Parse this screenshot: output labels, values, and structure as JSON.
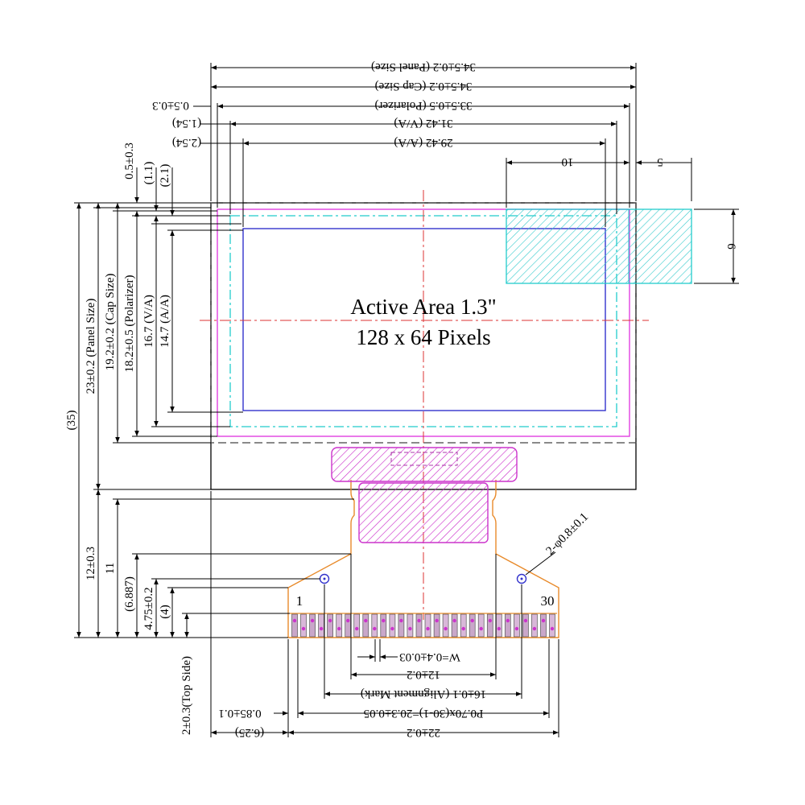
{
  "labels": {
    "active_area": "Active Area 1.3\"",
    "pixels": "128 x 64 Pixels",
    "pin_first": "1",
    "pin_last": "30"
  },
  "top_dims": {
    "panel_size": "34.5±0.2 (Panel Size)",
    "cap_size": "34.5±0.2 (Cap Size)",
    "polarizer": "33.5±0.5 (Polarizer)",
    "polarizer_offset": "0.5±0.3",
    "va": "31.42 (V/A)",
    "va_offset": "(1.54)",
    "aa": "29.42 (A/A)",
    "aa_offset": "(2.54)",
    "ten": "10",
    "five": "5"
  },
  "right_dims": {
    "six": "6"
  },
  "left_dims": {
    "total": "(35)",
    "panel_size": "23±0.2 (Panel Size)",
    "cap_size": "19.2±0.2 (Cap Size)",
    "polarizer": "18.2±0.5 (Polarizer)",
    "va": "16.7 (V/A)",
    "aa": "14.7 (A/A)",
    "top_offset": "0.5±0.3",
    "va_top": "(1.1)",
    "aa_top": "(2.1)",
    "fpc_total": "12±0.3",
    "fpc_eleven": "11",
    "fpc_6887": "(6.887)",
    "fpc_475": "4.75±0.2",
    "fpc_4": "(4)",
    "top_side": "2±0.3(Top Side)"
  },
  "bottom_dims": {
    "pin_width": "W=0.4±0.03",
    "stiffener": "12±0.2",
    "alignment": "16±0.1 (Alignment Mark)",
    "pitch": "P0.70x(30-1)=20.3±0.05",
    "total": "22±0.2",
    "pin_margin": "0.85±0.1",
    "left_offset": "(6.25)"
  },
  "holes": "2-φ0.8±0.1"
}
